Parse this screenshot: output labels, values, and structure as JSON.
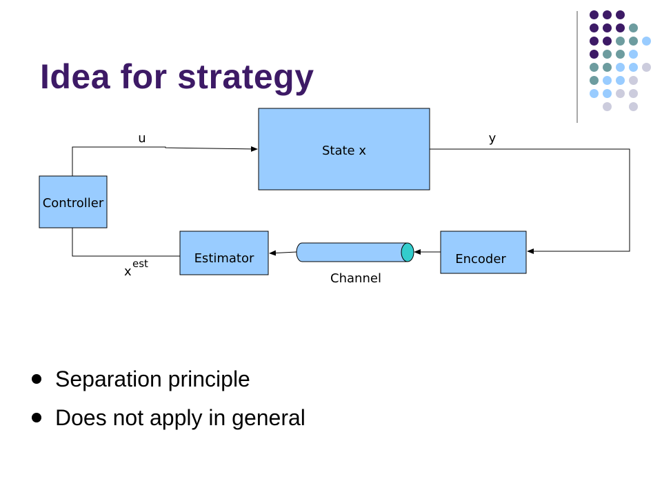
{
  "slide": {
    "title": "Idea for strategy",
    "bullets": [
      "Separation principle",
      "Does not apply in general"
    ]
  },
  "diagram": {
    "blocks": {
      "state": "State x",
      "controller": "Controller",
      "estimator": "Estimator",
      "encoder": "Encoder"
    },
    "labels": {
      "u": "u",
      "y": "y",
      "x_base": "x",
      "x_sup": "est",
      "channel": "Channel"
    }
  },
  "colors": {
    "title": "#3d1a66",
    "block_fill": "#99ccff",
    "channel_end": "#33cccc",
    "dot_purple": "#3d1a66",
    "dot_teal": "#6d9c9f",
    "dot_blue": "#99ccff",
    "dot_lavender": "#ccccdd"
  }
}
